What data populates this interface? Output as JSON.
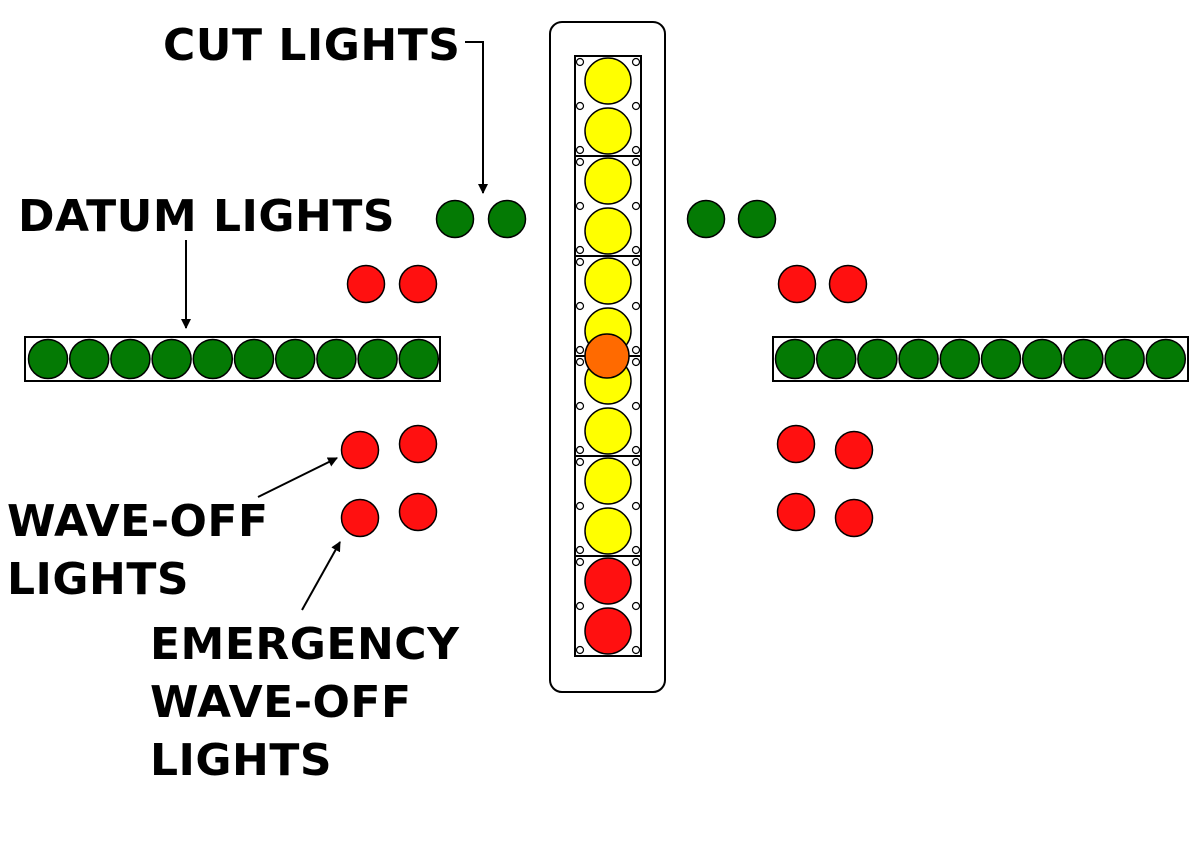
{
  "labels": {
    "cut_lights": "CUT LIGHTS",
    "datum_lights": "DATUM LIGHTS",
    "wave_off_lights": [
      "WAVE-OFF",
      "LIGHTS"
    ],
    "emergency_wave_off_lights": [
      "EMERGENCY",
      "WAVE-OFF",
      "LIGHTS"
    ]
  },
  "colors": {
    "datum_green": "#047a04",
    "cut_green": "#047a04",
    "wave_off_red": "#ff1010",
    "meatball_yellow": "#ffff00",
    "meatball_orange": "#ff6a00",
    "bottom_red": "#ff1010",
    "outline": "#000000"
  },
  "lens_cells": [
    "yellow",
    "yellow",
    "yellow",
    "yellow",
    "yellow",
    "yellow",
    "yellow",
    "yellow",
    "yellow",
    "yellow",
    "red",
    "red"
  ],
  "datum_lights_per_side": 10,
  "cut_lights_per_side": 2,
  "wave_off_lights_per_side": 4,
  "emergency_wave_off_lights_per_side": 2
}
